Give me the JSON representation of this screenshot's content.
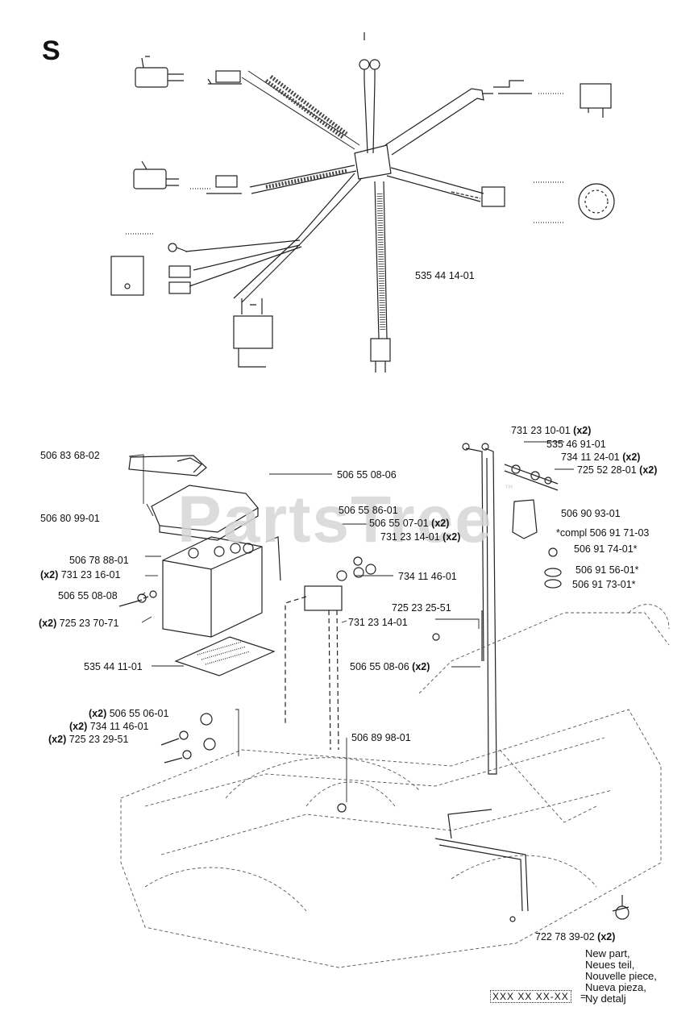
{
  "section_letter": "S",
  "watermark": {
    "text": "PartsTree",
    "mark": "™"
  },
  "harness_part": "535 44 14-01",
  "parts": [
    {
      "number": "731 23 10-01",
      "qty": "(x2)",
      "qty_side": "after"
    },
    {
      "number": "535 46 91-01",
      "qty": "",
      "qty_side": "after"
    },
    {
      "number": "734 11 24-01",
      "qty": "(x2)",
      "qty_side": "after"
    },
    {
      "number": "725 52 28-01",
      "qty": "(x2)",
      "qty_side": "after"
    },
    {
      "number": "506 83 68-02",
      "qty": "",
      "qty_side": "after"
    },
    {
      "number": "506 55 08-06",
      "qty": "",
      "qty_side": "after"
    },
    {
      "number": "506 90 93-01",
      "qty": "",
      "qty_side": "after"
    },
    {
      "number": "506 80 99-01",
      "qty": "",
      "qty_side": "after"
    },
    {
      "number": "506 55 86-01",
      "qty": "",
      "qty_side": "after"
    },
    {
      "number": "*compl 506 91 71-03",
      "qty": "",
      "qty_side": "after"
    },
    {
      "number": "506 55 07-01",
      "qty": "(x2)",
      "qty_side": "after"
    },
    {
      "number": "731 23 14-01",
      "qty": "(x2)",
      "qty_side": "after"
    },
    {
      "number": "506 91 74-01*",
      "qty": "",
      "qty_side": "after"
    },
    {
      "number": "506 78 88-01",
      "qty": "",
      "qty_side": "after"
    },
    {
      "number": "731 23 16-01",
      "qty": "(x2)",
      "qty_side": "before"
    },
    {
      "number": "506 91 56-01*",
      "qty": "",
      "qty_side": "after"
    },
    {
      "number": "506 91 73-01*",
      "qty": "",
      "qty_side": "after"
    },
    {
      "number": "734 11 46-01",
      "qty": "",
      "qty_side": "after"
    },
    {
      "number": "506 55 08-08",
      "qty": "",
      "qty_side": "after"
    },
    {
      "number": "725 23 25-51",
      "qty": "",
      "qty_side": "after"
    },
    {
      "number": "725 23 70-71",
      "qty": "(x2)",
      "qty_side": "before"
    },
    {
      "number": "731 23 14-01",
      "qty": "",
      "qty_side": "after"
    },
    {
      "number": "535 44 11-01",
      "qty": "",
      "qty_side": "after"
    },
    {
      "number": "506 55 08-06",
      "qty": "(x2)",
      "qty_side": "after"
    },
    {
      "number": "506 55 06-01",
      "qty": "(x2)",
      "qty_side": "before"
    },
    {
      "number": "734 11 46-01",
      "qty": "(x2)",
      "qty_side": "before"
    },
    {
      "number": "725 23 29-51",
      "qty": "(x2)",
      "qty_side": "before"
    },
    {
      "number": "506 89 98-01",
      "qty": "",
      "qty_side": "after"
    },
    {
      "number": "722 78 39-02",
      "qty": "(x2)",
      "qty_side": "after"
    }
  ],
  "legend": {
    "lines": [
      "New part,",
      "Neues teil,",
      "Nouvelle piece,",
      "Nueva pieza,",
      "Ny detalj"
    ],
    "key_sample": "XXX XX XX-XX",
    "equals": "="
  }
}
